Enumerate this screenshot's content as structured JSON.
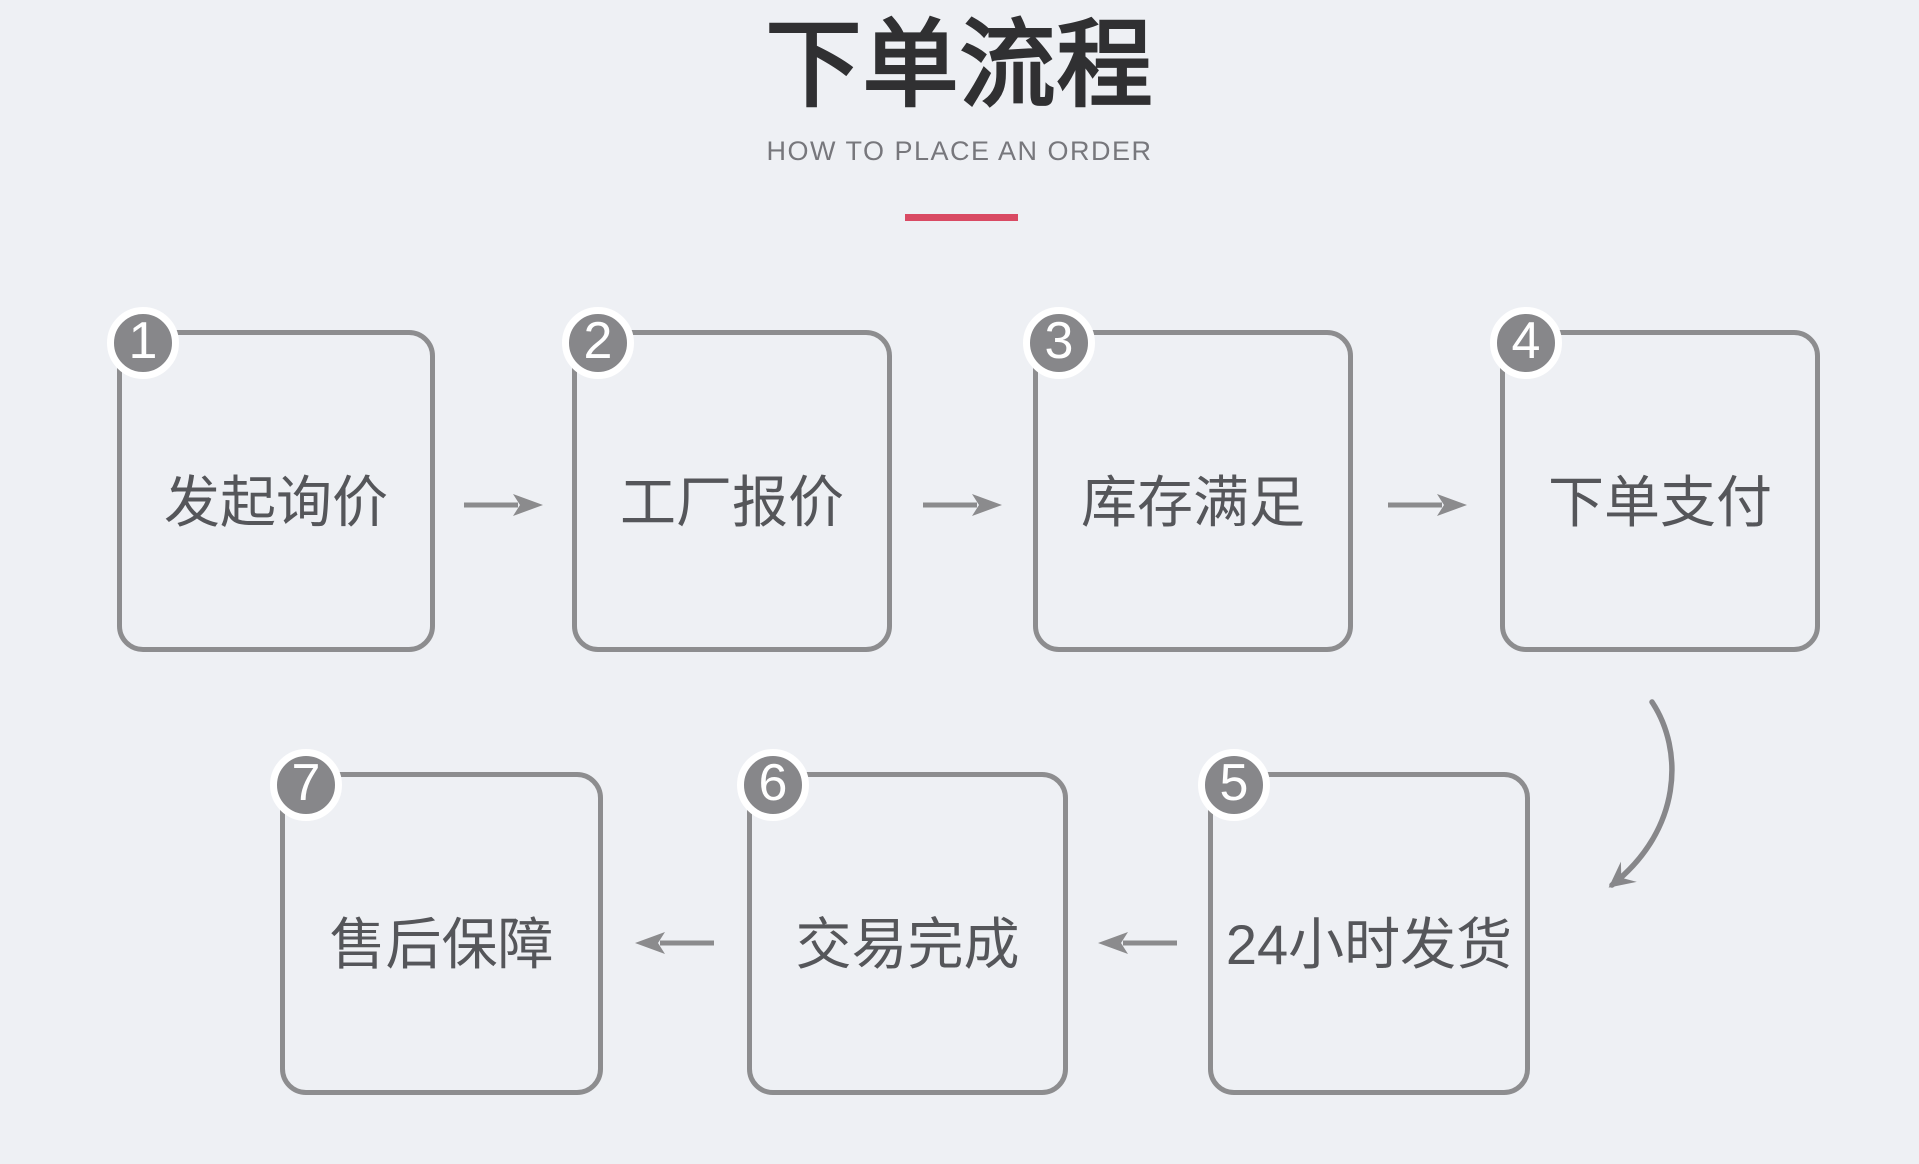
{
  "header": {
    "title": "下单流程",
    "subtitle": "HOW TO PLACE AN ORDER"
  },
  "steps": [
    {
      "number": "1",
      "label": "发起询价"
    },
    {
      "number": "2",
      "label": "工厂报价"
    },
    {
      "number": "3",
      "label": "库存满足"
    },
    {
      "number": "4",
      "label": "下单支付"
    },
    {
      "number": "5",
      "label": "24小时发货"
    },
    {
      "number": "6",
      "label": "交易完成"
    },
    {
      "number": "7",
      "label": "售后保障"
    }
  ],
  "colors": {
    "background": "#eef0f4",
    "box-border": "#8d8d8f",
    "badge-fill": "#87878a",
    "badge-ring": "#ffffff",
    "step-text": "#55565a",
    "title-text": "#303032",
    "subtitle-text": "#77777c",
    "accent-red": "#d94a63",
    "arrow": "#8b8b8d"
  }
}
